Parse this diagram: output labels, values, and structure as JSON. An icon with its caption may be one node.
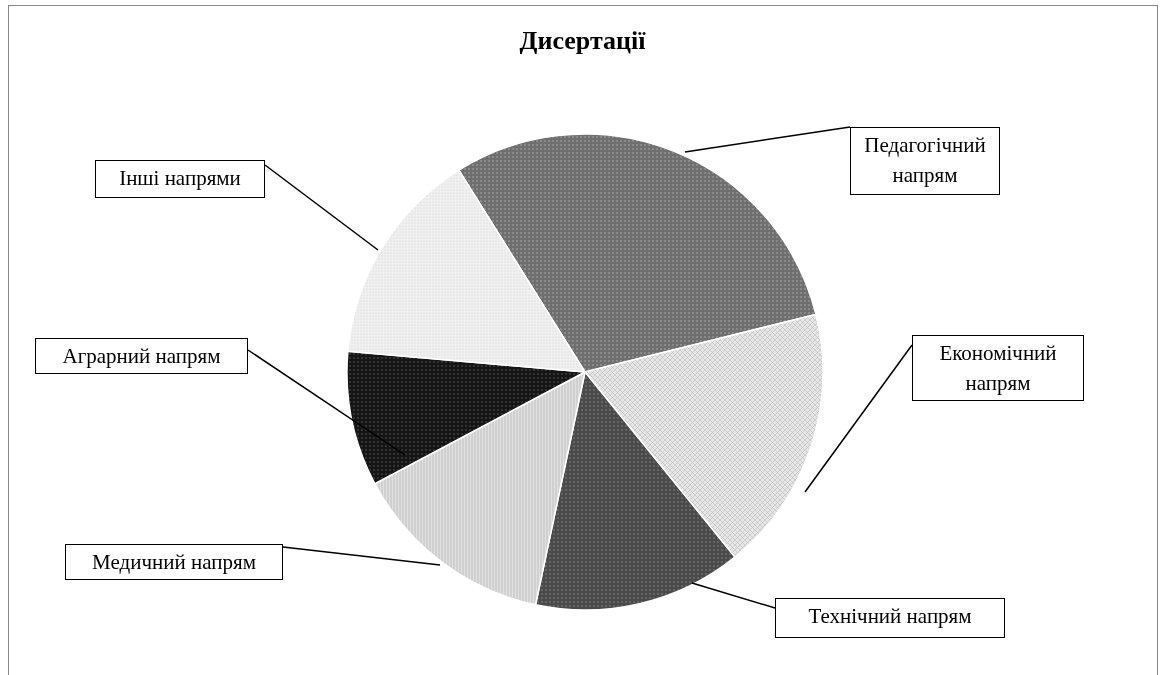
{
  "diagram": {
    "title": "Дисертації",
    "nodes": [
      {
        "text": [
          "Педагогічний напрям"
        ]
      },
      {
        "text": [
          "Інші напрями"
        ]
      },
      {
        "text": [
          "Аграрний напрям"
        ]
      },
      {
        "text": [
          "Економічний напрям"
        ]
      },
      {
        "text": [
          "Медичний напрям"
        ]
      },
      {
        "text": [
          "Технічний напрям"
        ]
      },
      {
        "text": [],
        "shape": "wedge"
      },
      {
        "text": [],
        "shape": "wedge"
      },
      {
        "text": [],
        "shape": "wedge"
      },
      {
        "text": [],
        "shape": "wedge"
      },
      {
        "text": [],
        "shape": "wedge"
      },
      {
        "text": [],
        "shape": "wedge"
      }
    ],
    "edges": [
      {
        "from": 0,
        "to": 6,
        "arrow": "none"
      },
      {
        "from": 1,
        "to": 11,
        "arrow": "none"
      },
      {
        "from": 2,
        "to": 10,
        "arrow": "none"
      },
      {
        "from": 3,
        "to": 7,
        "arrow": "none"
      },
      {
        "from": 4,
        "to": 9,
        "arrow": "none"
      },
      {
        "from": 5,
        "to": 8,
        "arrow": "none"
      }
    ]
  }
}
